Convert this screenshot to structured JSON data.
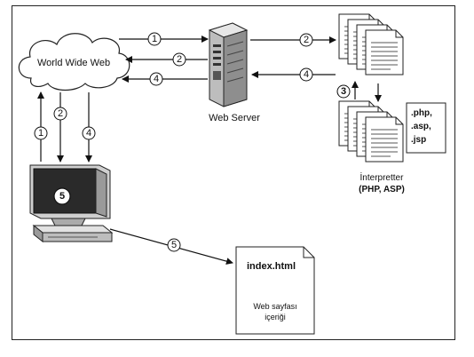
{
  "nodes": {
    "www": "World Wide Web",
    "server": "Web Server",
    "interpreter_line1": "İnterpretter",
    "interpreter_line2": "(PHP, ASP)",
    "ext_php": ".php,",
    "ext_asp": ".asp,",
    "ext_jsp": ".jsp",
    "page_title": "index.html",
    "page_body_line1": "Web sayfası",
    "page_body_line2": "içeriği",
    "client_badge": "5"
  },
  "steps": {
    "s1": "1",
    "s2": "2",
    "s3": "3",
    "s4": "4",
    "s5": "5"
  },
  "colors": {
    "ink": "#111111",
    "monitor_screen": "#2a2a2a",
    "server_face": "#d8d8d8"
  }
}
